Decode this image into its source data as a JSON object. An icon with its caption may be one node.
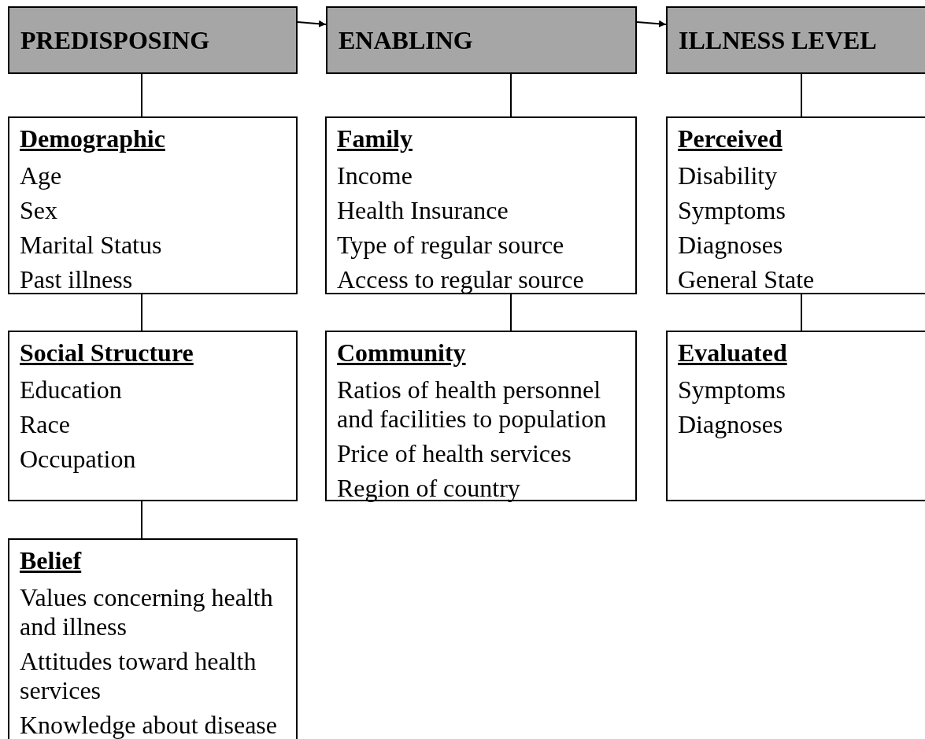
{
  "diagram": {
    "nodes": [
      {
        "text": [
          "PREDISPOSING"
        ]
      },
      {
        "text": [
          "ENABLING"
        ]
      },
      {
        "text": [
          "ILLNESS LEVEL"
        ]
      },
      {
        "text": [
          "Demographic",
          "Age",
          "Sex",
          "Marital Status",
          "Past illness"
        ]
      },
      {
        "text": [
          "Social Structure",
          "Education",
          "Race",
          "Occupation"
        ]
      },
      {
        "text": [
          "Belief",
          "Values concerning health and illness",
          "Attitudes toward health services",
          "Knowledge about disease"
        ]
      },
      {
        "text": [
          "Family",
          "Income",
          "Health Insurance",
          "Type of regular source",
          "Access to regular source"
        ]
      },
      {
        "text": [
          "Community",
          "Ratios of health personnel and facilities to population",
          "Price of health services",
          "Region of country"
        ]
      },
      {
        "text": [
          "Perceived",
          "Disability",
          "Symptoms",
          "Diagnoses",
          "General State"
        ]
      },
      {
        "text": [
          "Evaluated",
          "Symptoms",
          "Diagnoses"
        ]
      }
    ],
    "edges": [
      {
        "from": 0,
        "to": 1,
        "arrow": "to"
      },
      {
        "from": 1,
        "to": 2,
        "arrow": "to"
      },
      {
        "from": 0,
        "to": 3,
        "arrow": "none"
      },
      {
        "from": 3,
        "to": 4,
        "arrow": "none"
      },
      {
        "from": 4,
        "to": 5,
        "arrow": "none"
      },
      {
        "from": 1,
        "to": 6,
        "arrow": "none"
      },
      {
        "from": 6,
        "to": 7,
        "arrow": "none"
      },
      {
        "from": 2,
        "to": 8,
        "arrow": "none"
      },
      {
        "from": 8,
        "to": 9,
        "arrow": "none"
      }
    ]
  }
}
